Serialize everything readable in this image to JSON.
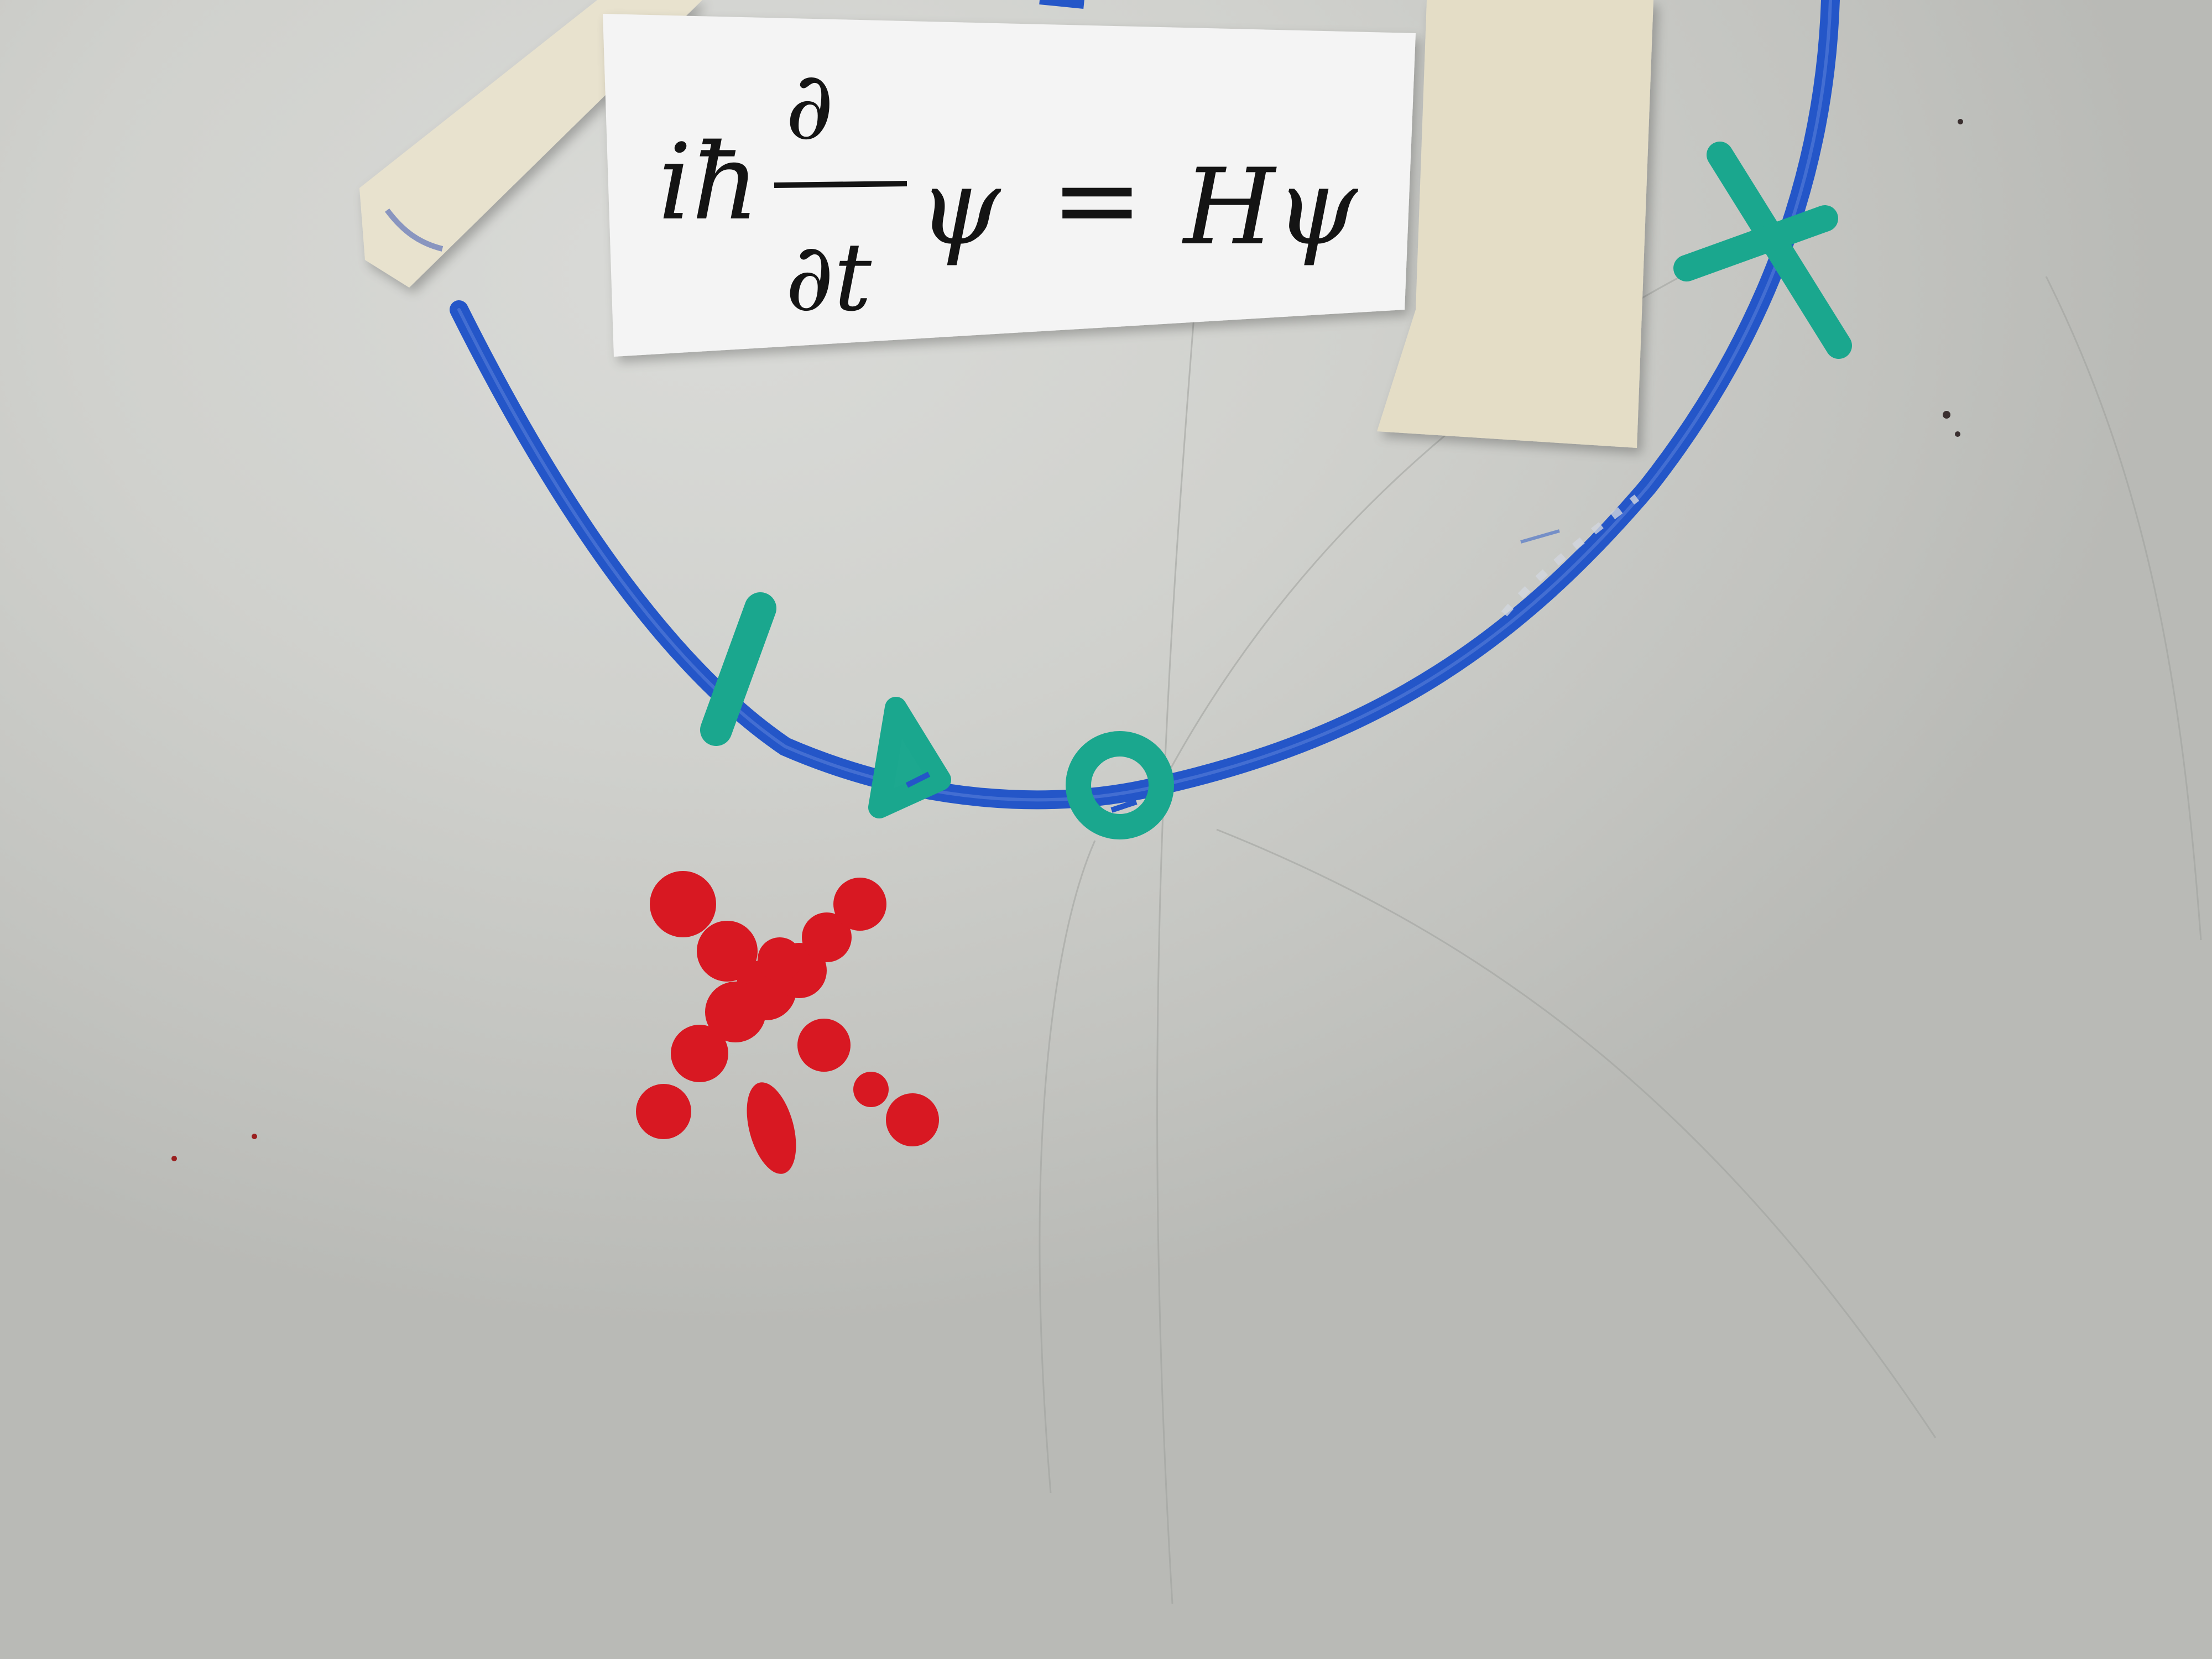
{
  "equation": {
    "lhs_prefix": "iħ",
    "numerator": "∂",
    "denominator": "∂t",
    "lhs_suffix": "ψ",
    "equals": "=",
    "rhs": "Hψ"
  },
  "colors": {
    "board": "#cfd0cc",
    "blue_marker": "#2456c8",
    "teal_marker": "#1aa78e",
    "red_marker": "#d81822",
    "tape": "#e6e0cc",
    "paper": "#f4f4f4",
    "ink": "#141414"
  },
  "marks": {
    "curve": "blue-u-curve",
    "teal_symbols": [
      "dash",
      "triangle",
      "circle",
      "cross"
    ],
    "red_symbol": "dotted-cross"
  }
}
